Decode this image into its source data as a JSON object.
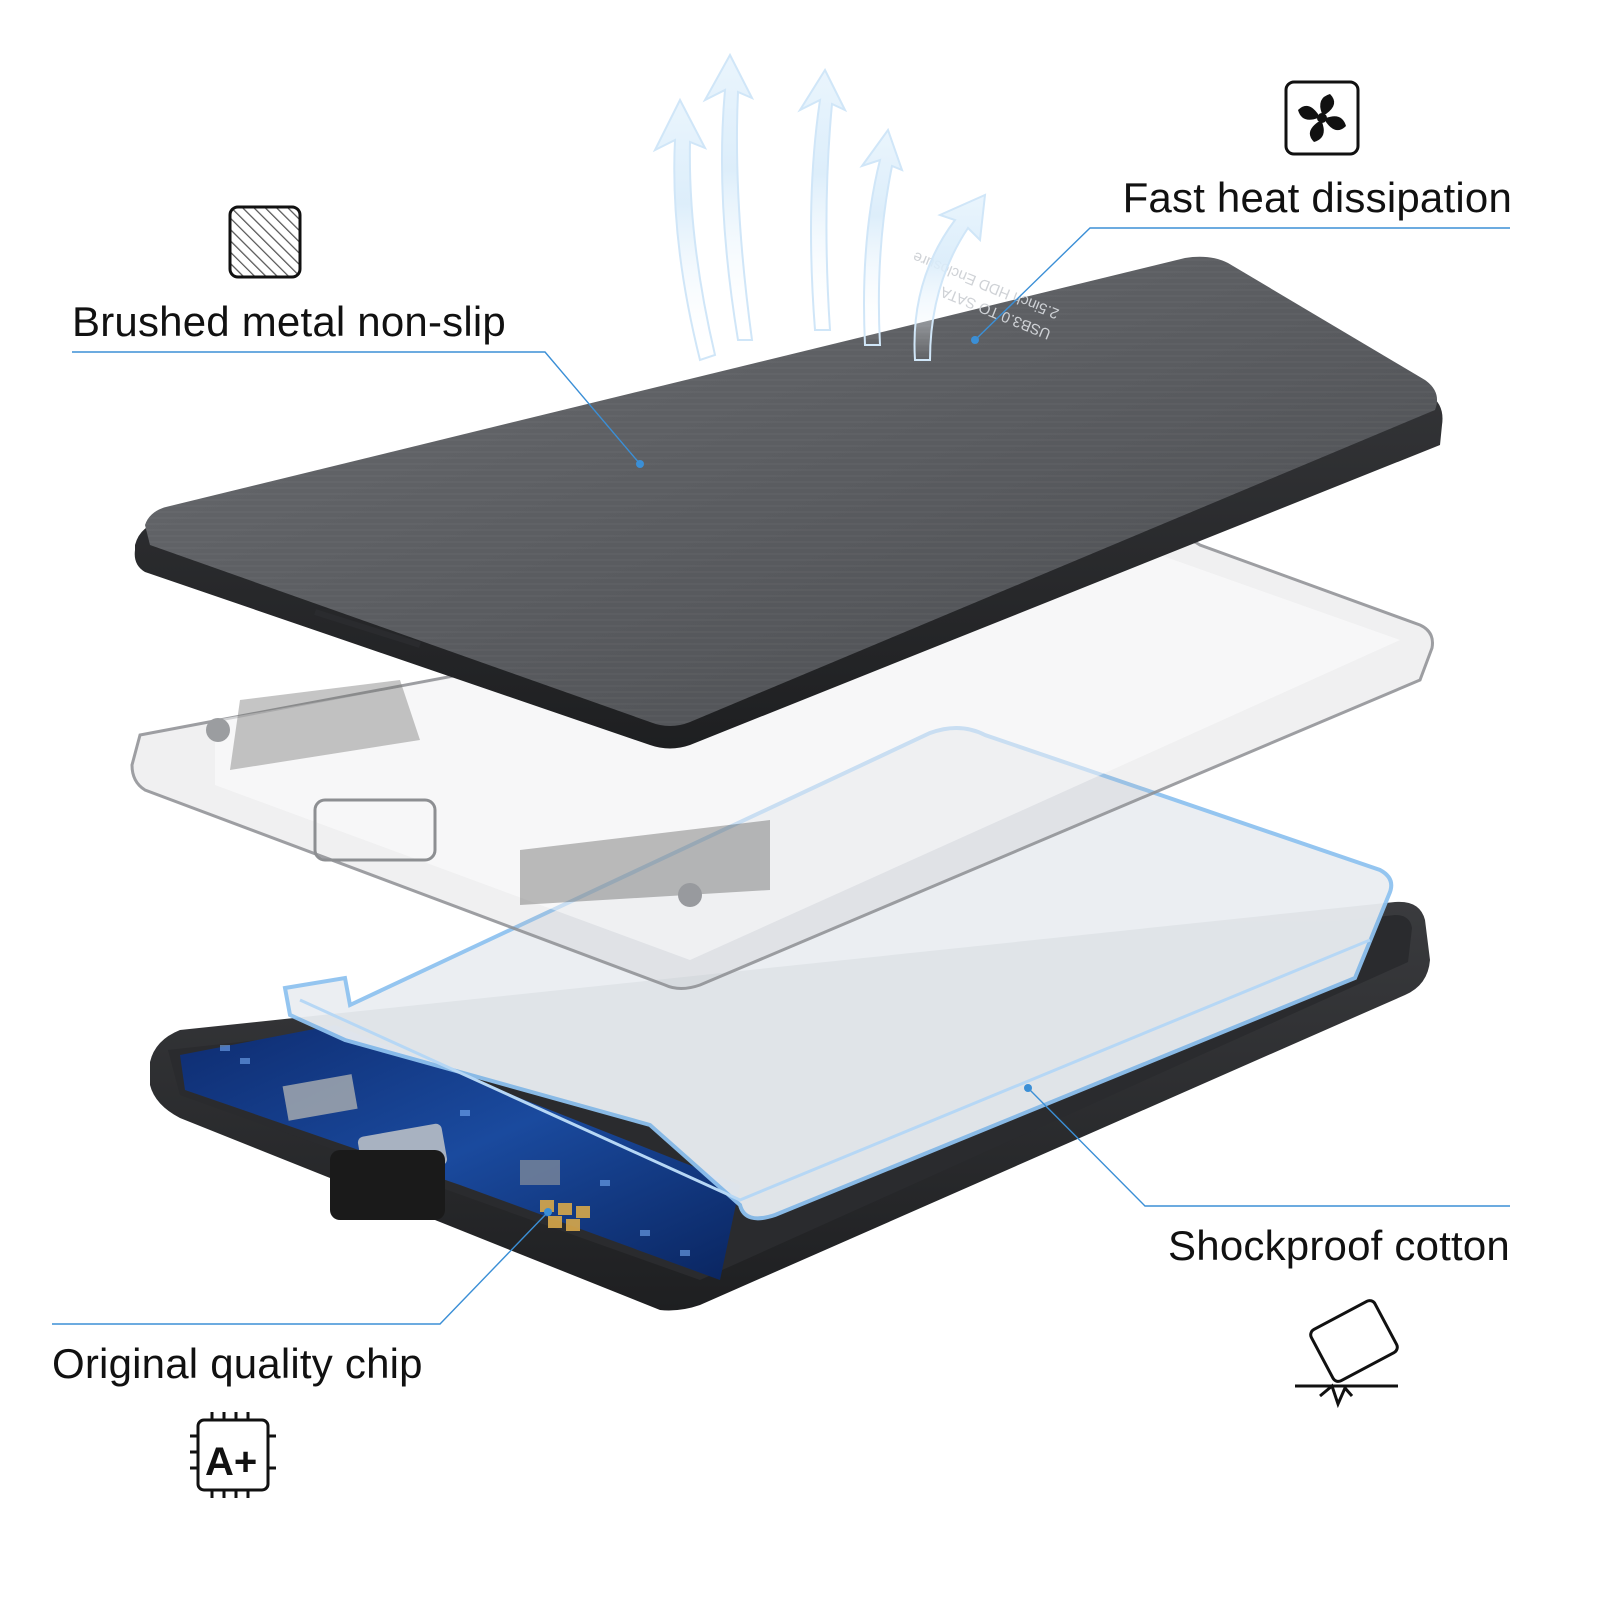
{
  "callouts": {
    "brushed_metal": "Brushed metal non-slip",
    "heat": "Fast heat dissipation",
    "shockproof": "Shockproof cotton",
    "chip": "Original quality chip"
  },
  "chip_badge": "A+",
  "enclosure_engraving": {
    "line1": "2.5inch HDD Enclosure",
    "line2": "USB3.0 TO SATA"
  },
  "icons": {
    "brushed_metal": "hatched-square-icon",
    "heat": "fan-icon",
    "shockproof": "impact-icon",
    "chip": "chip-a-plus-icon"
  },
  "colors": {
    "accent_line": "#3b8fd6",
    "metal": "#55575b",
    "pcb": "#1a3f8a",
    "text": "#111111"
  }
}
